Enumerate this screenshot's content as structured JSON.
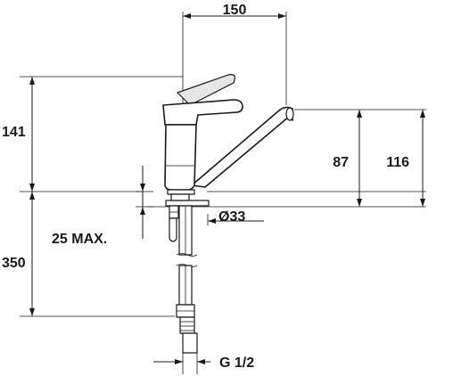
{
  "drawing": {
    "dimensions": {
      "top_width": "150",
      "left_upper_height": "141",
      "left_lower_height": "350",
      "spout_height_inner": "87",
      "spout_height_outer": "116",
      "hole_diameter": "Ø33",
      "deck_thickness": "25 MAX.",
      "thread": "G 1/2"
    }
  }
}
